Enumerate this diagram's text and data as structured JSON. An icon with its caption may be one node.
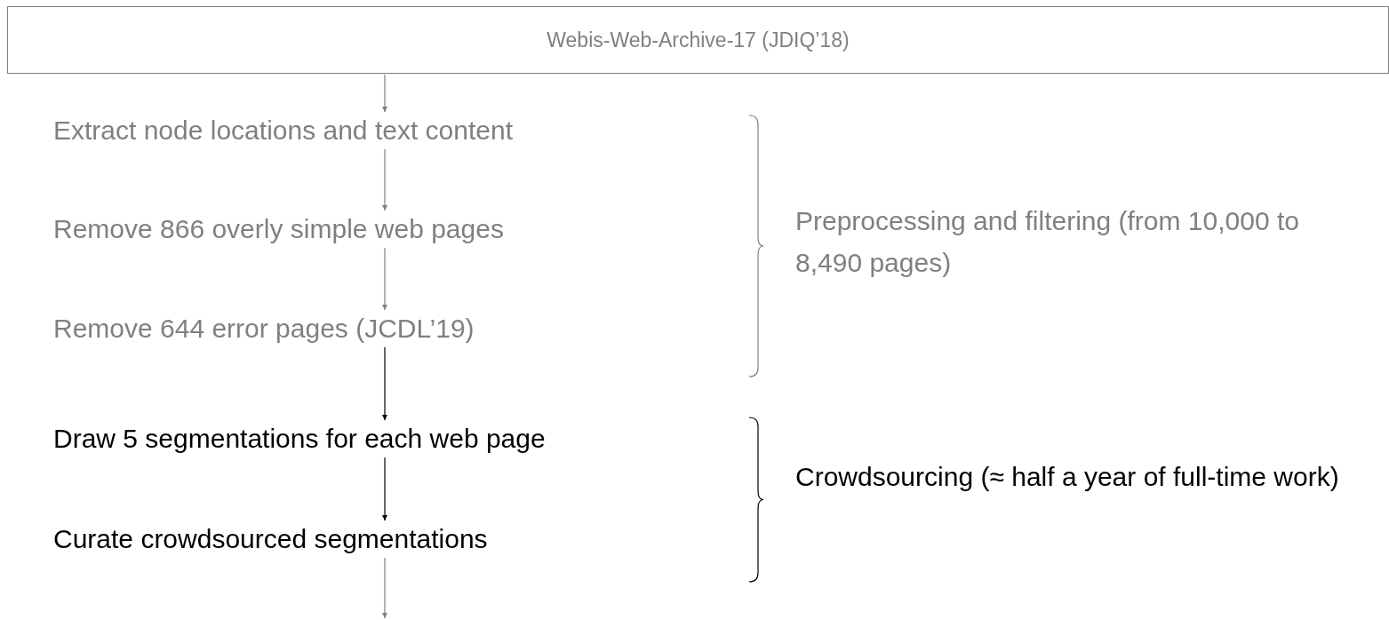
{
  "diagram": {
    "nodes": [
      {
        "text": [
          "Webis-Web-Archive-17 (JDIQ’18)"
        ]
      },
      {
        "text": [
          "Extract node locations and text content"
        ]
      },
      {
        "text": [
          "Remove 866 overly simple web pages"
        ]
      },
      {
        "text": [
          "Remove 644 error pages (JCDL’19)"
        ]
      },
      {
        "text": [
          "Draw 5 segmentations for each web page"
        ]
      },
      {
        "text": [
          "Curate crowdsourced segmentations"
        ]
      }
    ],
    "edges": [
      {
        "from": 0,
        "to": 1,
        "arrow": "to"
      },
      {
        "from": 1,
        "to": 2,
        "arrow": "to"
      },
      {
        "from": 2,
        "to": 3,
        "arrow": "to"
      },
      {
        "from": 3,
        "to": 4,
        "arrow": "to",
        "color": "#000000"
      },
      {
        "from": 4,
        "to": 5,
        "arrow": "to",
        "color": "#000000"
      },
      {
        "from": 5,
        "to": null,
        "arrow": "to"
      }
    ],
    "labels": [
      "Preprocessing and filtering (from 10,000 to 8,490 pages)",
      "Crowdsourcing (≈ half a year of full-time work)"
    ]
  }
}
